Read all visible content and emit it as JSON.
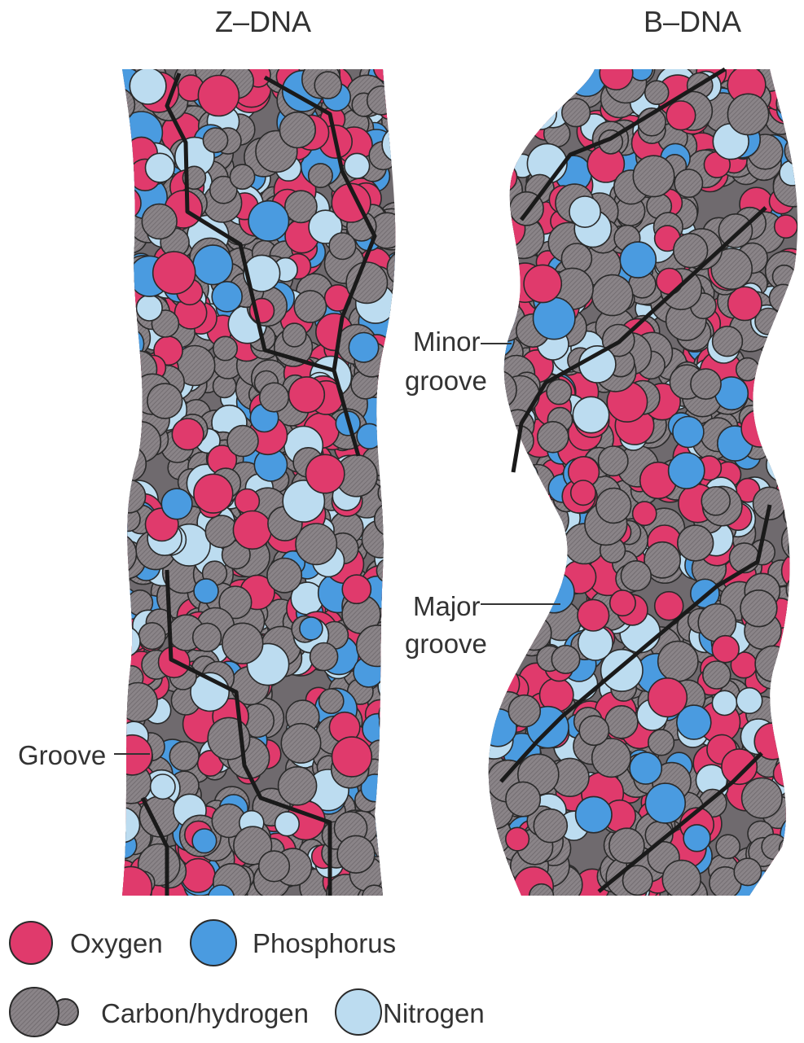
{
  "titles": {
    "z_dna": "Z–DNA",
    "b_dna": "B–DNA"
  },
  "annotations": {
    "minor_groove_line1": "Minor",
    "minor_groove_line2": "groove",
    "major_groove_line1": "Major",
    "major_groove_line2": "groove",
    "groove": "Groove"
  },
  "legend": {
    "oxygen": "Oxygen",
    "phosphorus": "Phosphorus",
    "carbon_hydrogen": "Carbon/hydrogen",
    "nitrogen": "Nitrogen"
  },
  "colors": {
    "oxygen": "#e03a6c",
    "phosphorus": "#4a9be0",
    "carbon_hydrogen": "#8a8488",
    "nitrogen": "#bcdcf0",
    "outline": "#2a2a2a",
    "backbone": "#1a1a1a"
  }
}
